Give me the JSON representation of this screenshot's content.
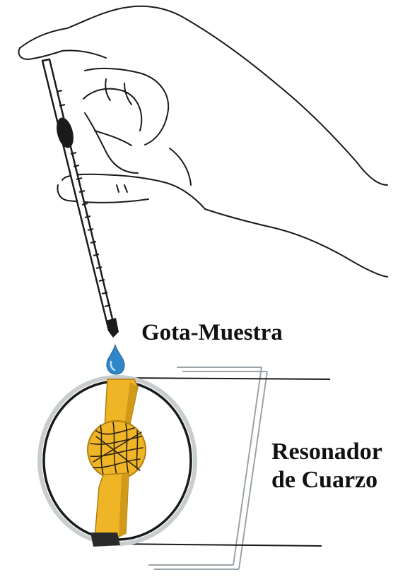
{
  "labels": {
    "drop": "Gota-Muestra",
    "resonator_line1": "Resonador",
    "resonator_line2": "de Cuarzo"
  },
  "colors": {
    "drop": "#2f86c8",
    "electrode": "#f0b526",
    "electrode_shadow": "#b07d10",
    "outline": "#1a1a1a",
    "holder": "#9aa3a8"
  }
}
